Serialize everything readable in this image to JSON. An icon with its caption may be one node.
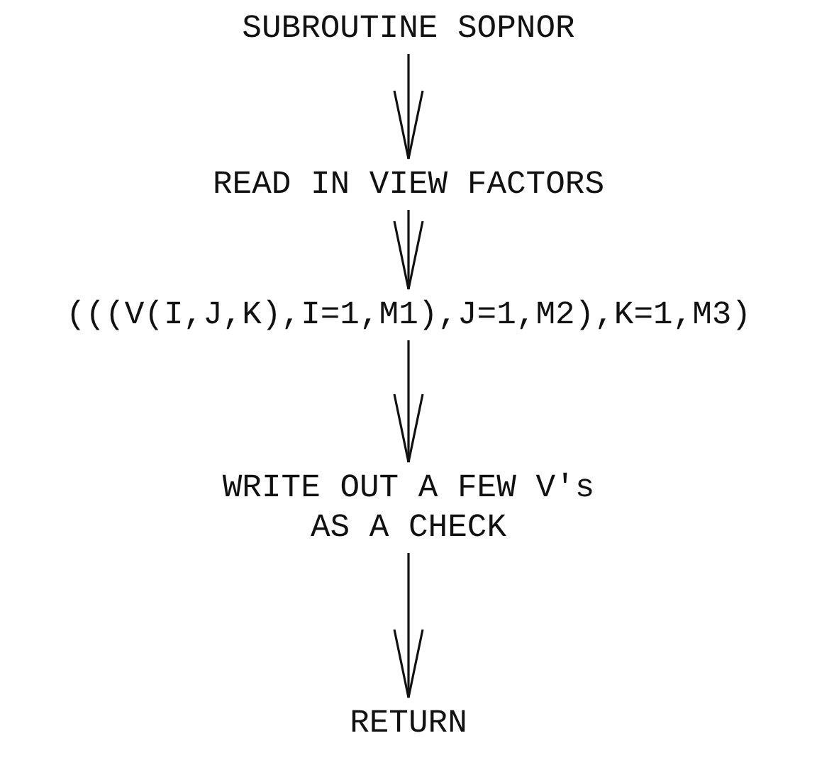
{
  "diagram": {
    "nodes": [
      {
        "text": [
          "SUBROUTINE SOPNOR"
        ]
      },
      {
        "text": [
          "READ IN VIEW FACTORS"
        ]
      },
      {
        "text": [
          "(((V(I,J,K),I=1,M1),J=1,M2),K=1,M3)"
        ]
      },
      {
        "text": [
          "WRITE OUT A FEW V's AS A CHECK"
        ]
      },
      {
        "text": [
          "RETURN"
        ]
      }
    ],
    "edges": [
      {
        "from": 0,
        "to": 1,
        "arrow": "to"
      },
      {
        "from": 1,
        "to": 2,
        "arrow": "to"
      },
      {
        "from": 2,
        "to": 3,
        "arrow": "to"
      },
      {
        "from": 3,
        "to": 4,
        "arrow": "to"
      }
    ]
  }
}
